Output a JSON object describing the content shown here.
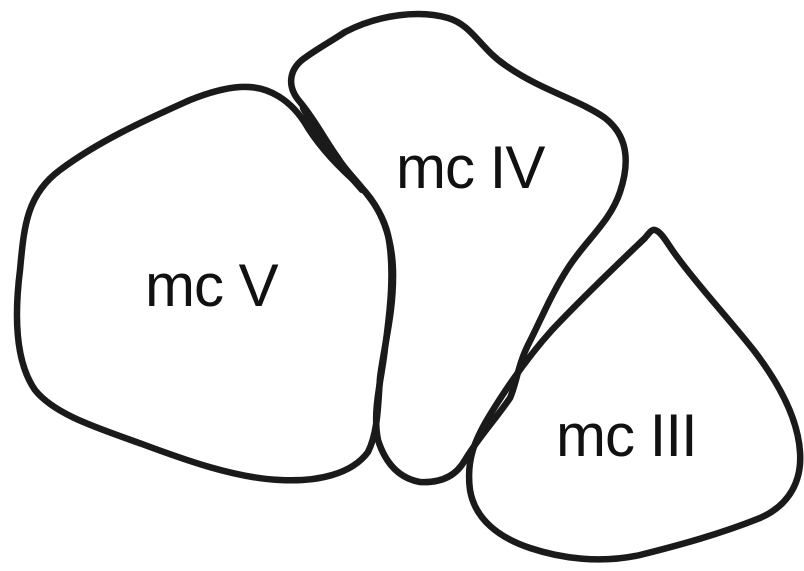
{
  "diagram": {
    "stroke_color": "#1a1a1a",
    "text_color": "#111111",
    "background": "#ffffff",
    "bones": [
      {
        "id": "mc5",
        "label": "mc V"
      },
      {
        "id": "mc4",
        "label": "mc IV"
      },
      {
        "id": "mc3",
        "label": "mc III"
      }
    ]
  }
}
